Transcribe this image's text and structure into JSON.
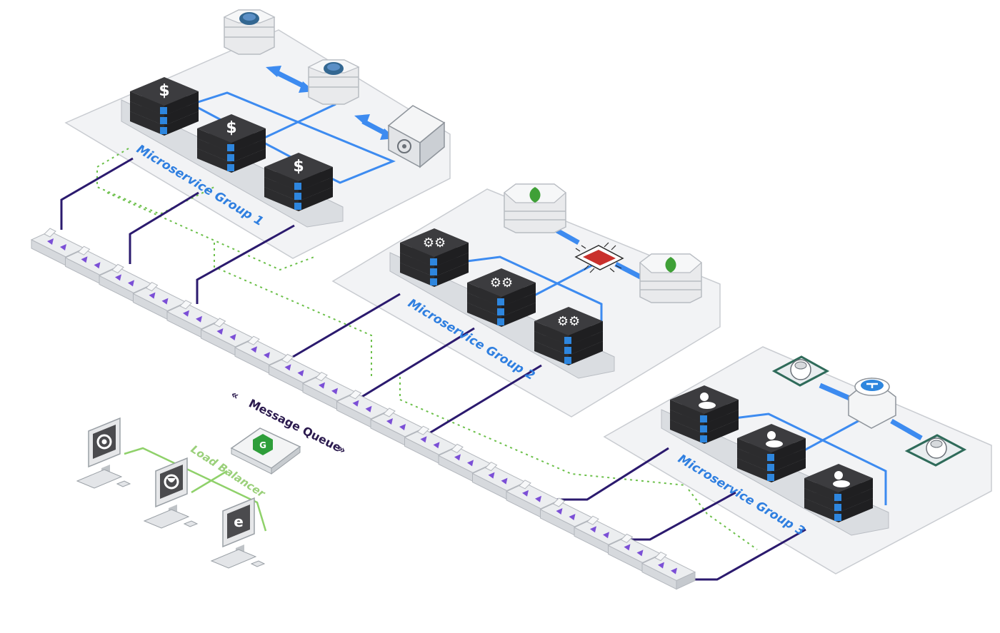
{
  "labels": {
    "group1": "Microservice Group 1",
    "group2": "Microservice Group 2",
    "group3": "Microservice Group 3",
    "message_queue": "Message Queue",
    "load_balancer": "Load Balancer"
  },
  "icons": {
    "group1_servers": "dollar-sign-icon",
    "group2_servers": "gears-icon",
    "group3_servers": "user-icon",
    "group1_databases": "postgresql-icon",
    "group1_vault": "vault-safe-icon",
    "group2_databases": "mongodb-leaf-icon",
    "group2_cache": "redis-chip-icon",
    "group3_nodes": "api-node-icon",
    "group3_gateway": "gateway-icon",
    "load_balancer": "nginx-icon",
    "clients": [
      "chrome-icon",
      "firefox-icon",
      "internet-explorer-icon"
    ]
  },
  "colors": {
    "panel": "#f2f3f5",
    "panel_edge": "#c9ccd1",
    "server_body": "#3a3a3c",
    "server_stripe": "#2e86de",
    "blue_link": "#3d8bf0",
    "queue_link": "#2b1a6e",
    "queue_arrow": "#7b4fd6",
    "green_dotted": "#6cc04a",
    "lb_green": "#8fd16a",
    "label_blue": "#2f7fe0",
    "label_purple": "#2b1a4e",
    "label_green": "#9ad07a"
  }
}
